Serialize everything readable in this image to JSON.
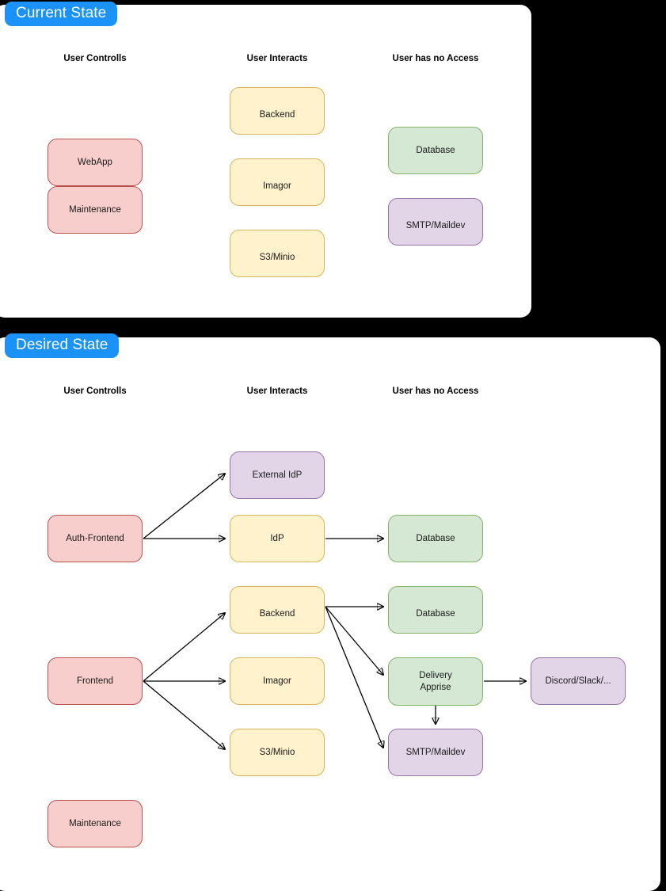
{
  "diagram": {
    "title_tabs": {
      "current": "Current State",
      "desired": "Desired State"
    },
    "column_headers": {
      "controls": "User Controlls",
      "interacts": "User Interacts",
      "no_access": "User has no Access"
    },
    "colors": {
      "tab_blue": "#1a92f7",
      "red_fill": "#f8cecc",
      "red_stroke": "#b85450",
      "yellow_fill": "#fff2cc",
      "yellow_stroke": "#d6b656",
      "green_fill": "#d5e8d4",
      "green_stroke": "#82b366",
      "purple_fill": "#e1d5e7",
      "purple_stroke": "#9673a6",
      "canvas": "#000000",
      "panel": "#ffffff",
      "edge": "#000000"
    },
    "current_state": {
      "nodes": [
        {
          "id": "webapp",
          "label": "WebApp",
          "color": "red",
          "column": "controls"
        },
        {
          "id": "maintenance",
          "label": "Maintenance",
          "color": "red",
          "column": "controls"
        },
        {
          "id": "backend",
          "label": "Backend",
          "color": "yellow",
          "column": "interacts"
        },
        {
          "id": "imagor",
          "label": "Imagor",
          "color": "yellow",
          "column": "interacts"
        },
        {
          "id": "s3minio",
          "label": "S3/Minio",
          "color": "yellow",
          "column": "interacts"
        },
        {
          "id": "database",
          "label": "Database",
          "color": "green",
          "column": "no_access"
        },
        {
          "id": "smtp",
          "label": "SMTP/Maildev",
          "color": "purple",
          "column": "no_access"
        }
      ],
      "edges": []
    },
    "desired_state": {
      "nodes": [
        {
          "id": "auth-frontend",
          "label": "Auth-Frontend",
          "color": "red",
          "column": "controls"
        },
        {
          "id": "frontend",
          "label": "Frontend",
          "color": "red",
          "column": "controls"
        },
        {
          "id": "maintenance",
          "label": "Maintenance",
          "color": "red",
          "column": "controls"
        },
        {
          "id": "external-idp",
          "label": "External IdP",
          "color": "purple",
          "column": "interacts"
        },
        {
          "id": "idp",
          "label": "IdP",
          "color": "yellow",
          "column": "interacts"
        },
        {
          "id": "backend",
          "label": "Backend",
          "color": "yellow",
          "column": "interacts"
        },
        {
          "id": "imagor",
          "label": "Imagor",
          "color": "yellow",
          "column": "interacts"
        },
        {
          "id": "s3minio",
          "label": "S3/Minio",
          "color": "yellow",
          "column": "interacts"
        },
        {
          "id": "database-idp",
          "label": "Database",
          "color": "green",
          "column": "no_access"
        },
        {
          "id": "database-be",
          "label": "Database",
          "color": "green",
          "column": "no_access"
        },
        {
          "id": "delivery",
          "label": "Delivery\nApprise",
          "color": "green",
          "column": "no_access"
        },
        {
          "id": "smtp",
          "label": "SMTP/Maildev",
          "color": "purple",
          "column": "no_access"
        },
        {
          "id": "discord",
          "label": "Discord/Slack/...",
          "color": "purple",
          "column": "external"
        }
      ],
      "edges": [
        {
          "from": "auth-frontend",
          "to": "external-idp"
        },
        {
          "from": "auth-frontend",
          "to": "idp"
        },
        {
          "from": "idp",
          "to": "database-idp"
        },
        {
          "from": "frontend",
          "to": "backend"
        },
        {
          "from": "frontend",
          "to": "imagor"
        },
        {
          "from": "frontend",
          "to": "s3minio"
        },
        {
          "from": "backend",
          "to": "database-be"
        },
        {
          "from": "backend",
          "to": "delivery"
        },
        {
          "from": "backend",
          "to": "smtp"
        },
        {
          "from": "delivery",
          "to": "discord"
        },
        {
          "from": "delivery",
          "to": "smtp"
        }
      ]
    }
  }
}
